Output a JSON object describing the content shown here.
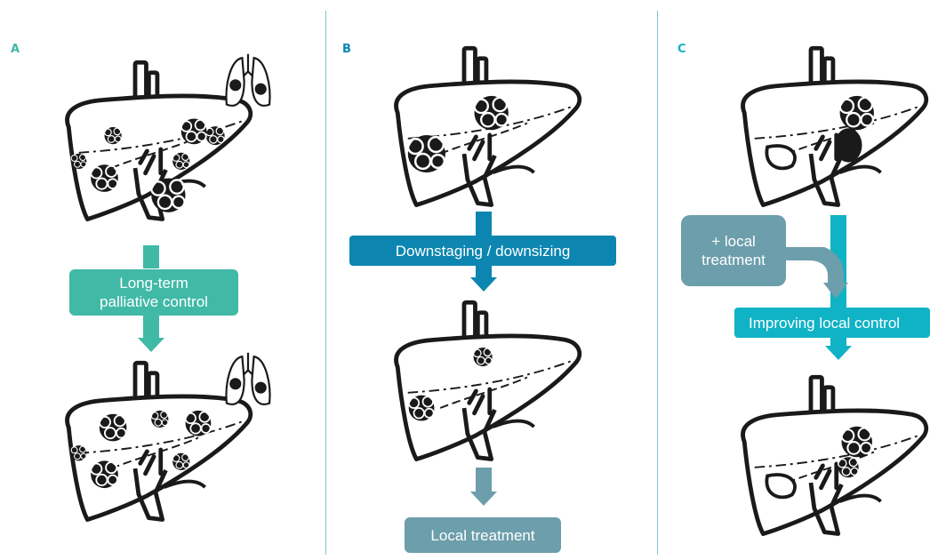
{
  "colors": {
    "panel_a": "#40b9a6",
    "panel_b": "#0c86b0",
    "panel_c": "#10b2c6",
    "local_box": "#6c9eab",
    "divider": "#7fc3d4",
    "organ": "#1a1a1a"
  },
  "panels": {
    "a": {
      "letter": "A",
      "label_line1": "Long-term",
      "label_line2": "palliative control"
    },
    "b": {
      "letter": "B",
      "label": "Downstaging / downsizing",
      "result_label": "Local treatment"
    },
    "c": {
      "letter": "C",
      "side_line1": "+ local",
      "side_line2": "treatment",
      "label": "Improving local control"
    }
  },
  "icons": [
    "liver-icon",
    "tumor-icon",
    "lungs-icon",
    "arrow-down-icon",
    "curved-arrow-icon"
  ]
}
